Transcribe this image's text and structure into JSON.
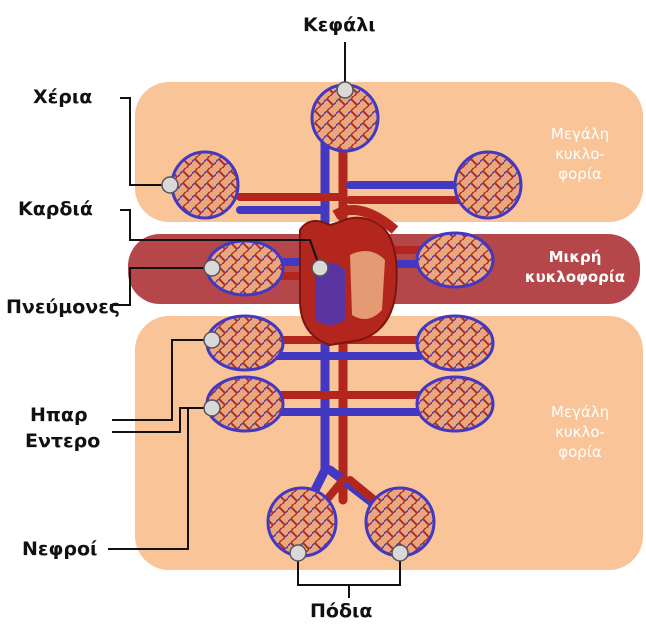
{
  "labels": {
    "head": "Κεφάλι",
    "hands": "Χέρια",
    "heart": "Καρδιά",
    "lungs": "Πνεύμονες",
    "liver_line1": "Ηπαρ",
    "liver_line2": "Εντερο",
    "kidneys": "Νεφροί",
    "legs": "Πόδια"
  },
  "zones": {
    "upper": {
      "line1": "Μεγάλη",
      "line2": "κυκλο-",
      "line3": "φορία"
    },
    "pulmonary": {
      "line1": "Μικρή",
      "line2": "κυκλοφορία"
    },
    "lower": {
      "line1": "Μεγάλη",
      "line2": "κυκλο-",
      "line3": "φορία"
    }
  },
  "colors": {
    "systemic_band": "#F9C497",
    "pulmonary_band": "#B5474B",
    "artery": "#B3261E",
    "vein": "#4338C2",
    "capillary_fill": "#E9A77B",
    "marker": "#D9D9D9"
  }
}
